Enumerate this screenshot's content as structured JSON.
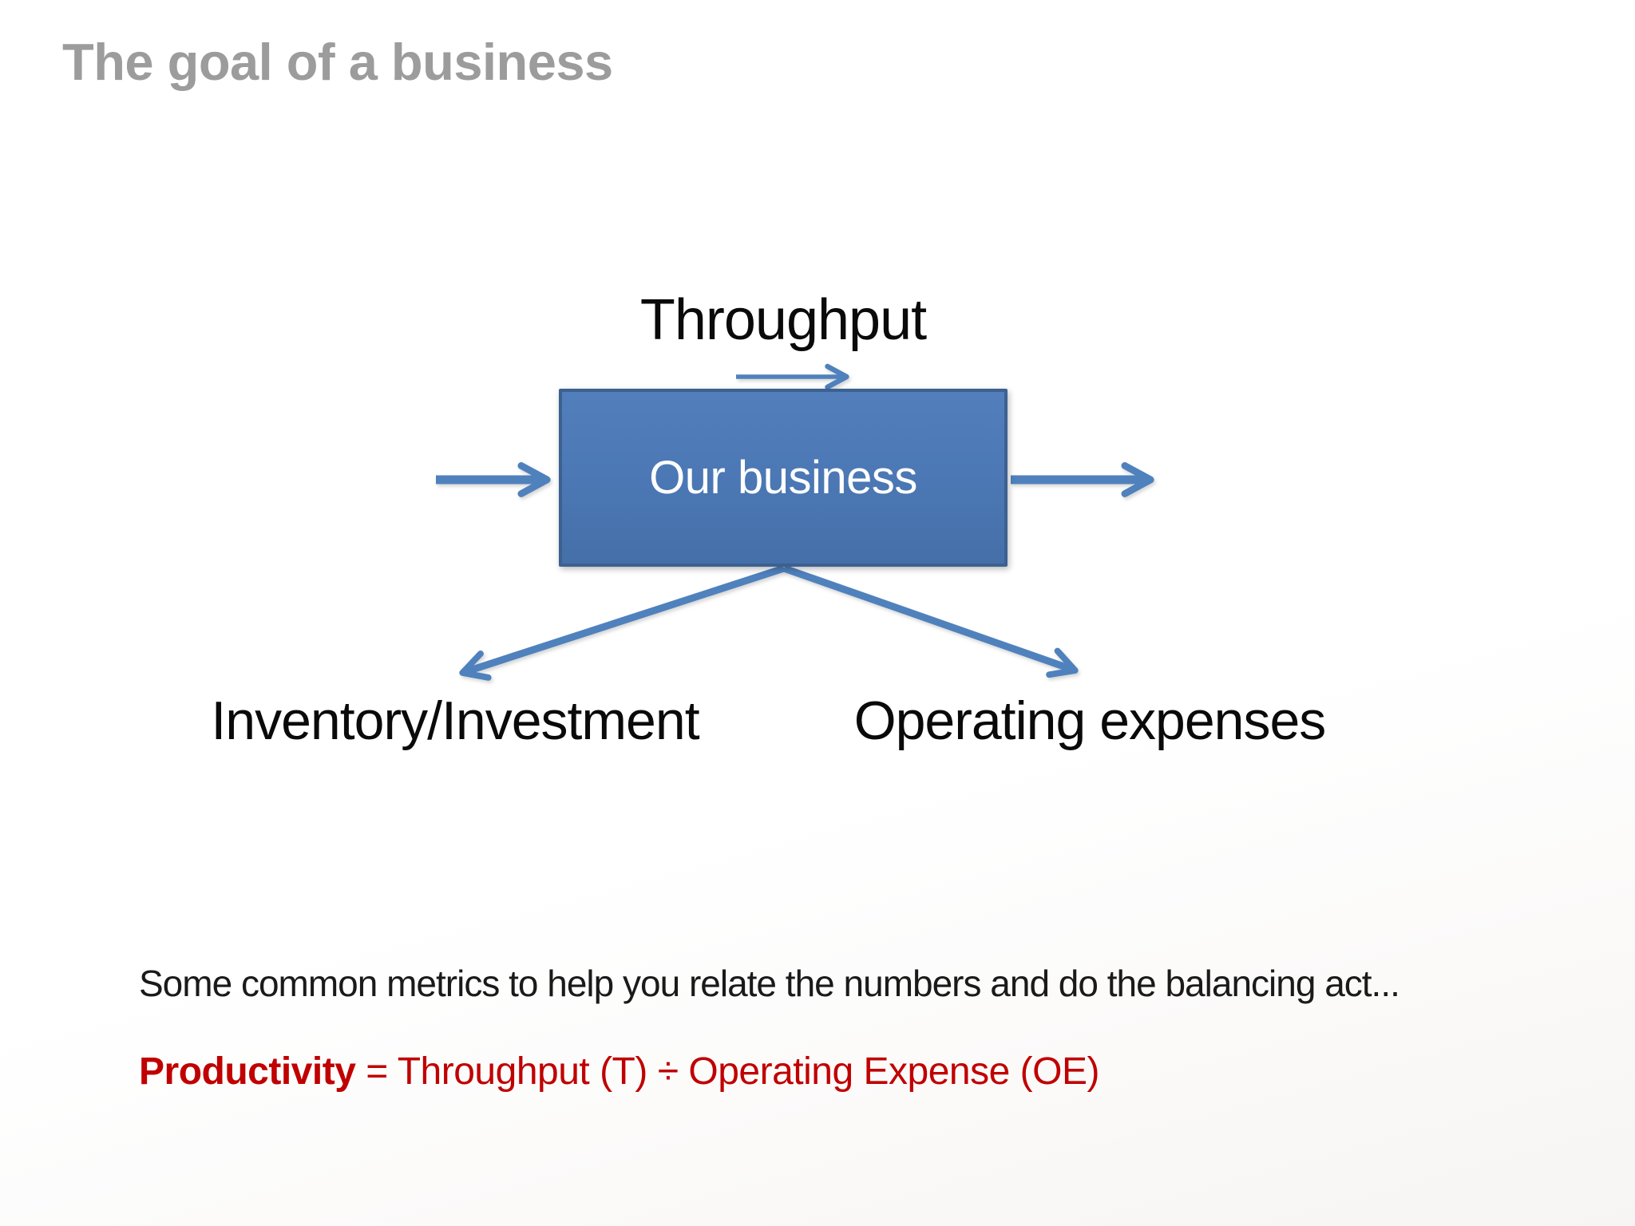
{
  "slide": {
    "title": "The goal of a business",
    "diagram": {
      "throughput_label": "Throughput",
      "box_label": "Our business",
      "inventory_label": "Inventory/Investment",
      "opex_label": "Operating expenses"
    },
    "metrics": {
      "intro": "Some common metrics to help you relate the numbers and do the balancing act...",
      "formula_term": "Productivity",
      "formula_rest": " = Throughput (T) ÷ Operating Expense (OE)"
    },
    "colors": {
      "accent_blue": "#4F81BD",
      "box_fill": "#4C79B6",
      "box_border": "#3C6191",
      "title_gray": "#9C9C9C",
      "formula_red": "#C00000",
      "ink": "#0A0A0A"
    }
  }
}
